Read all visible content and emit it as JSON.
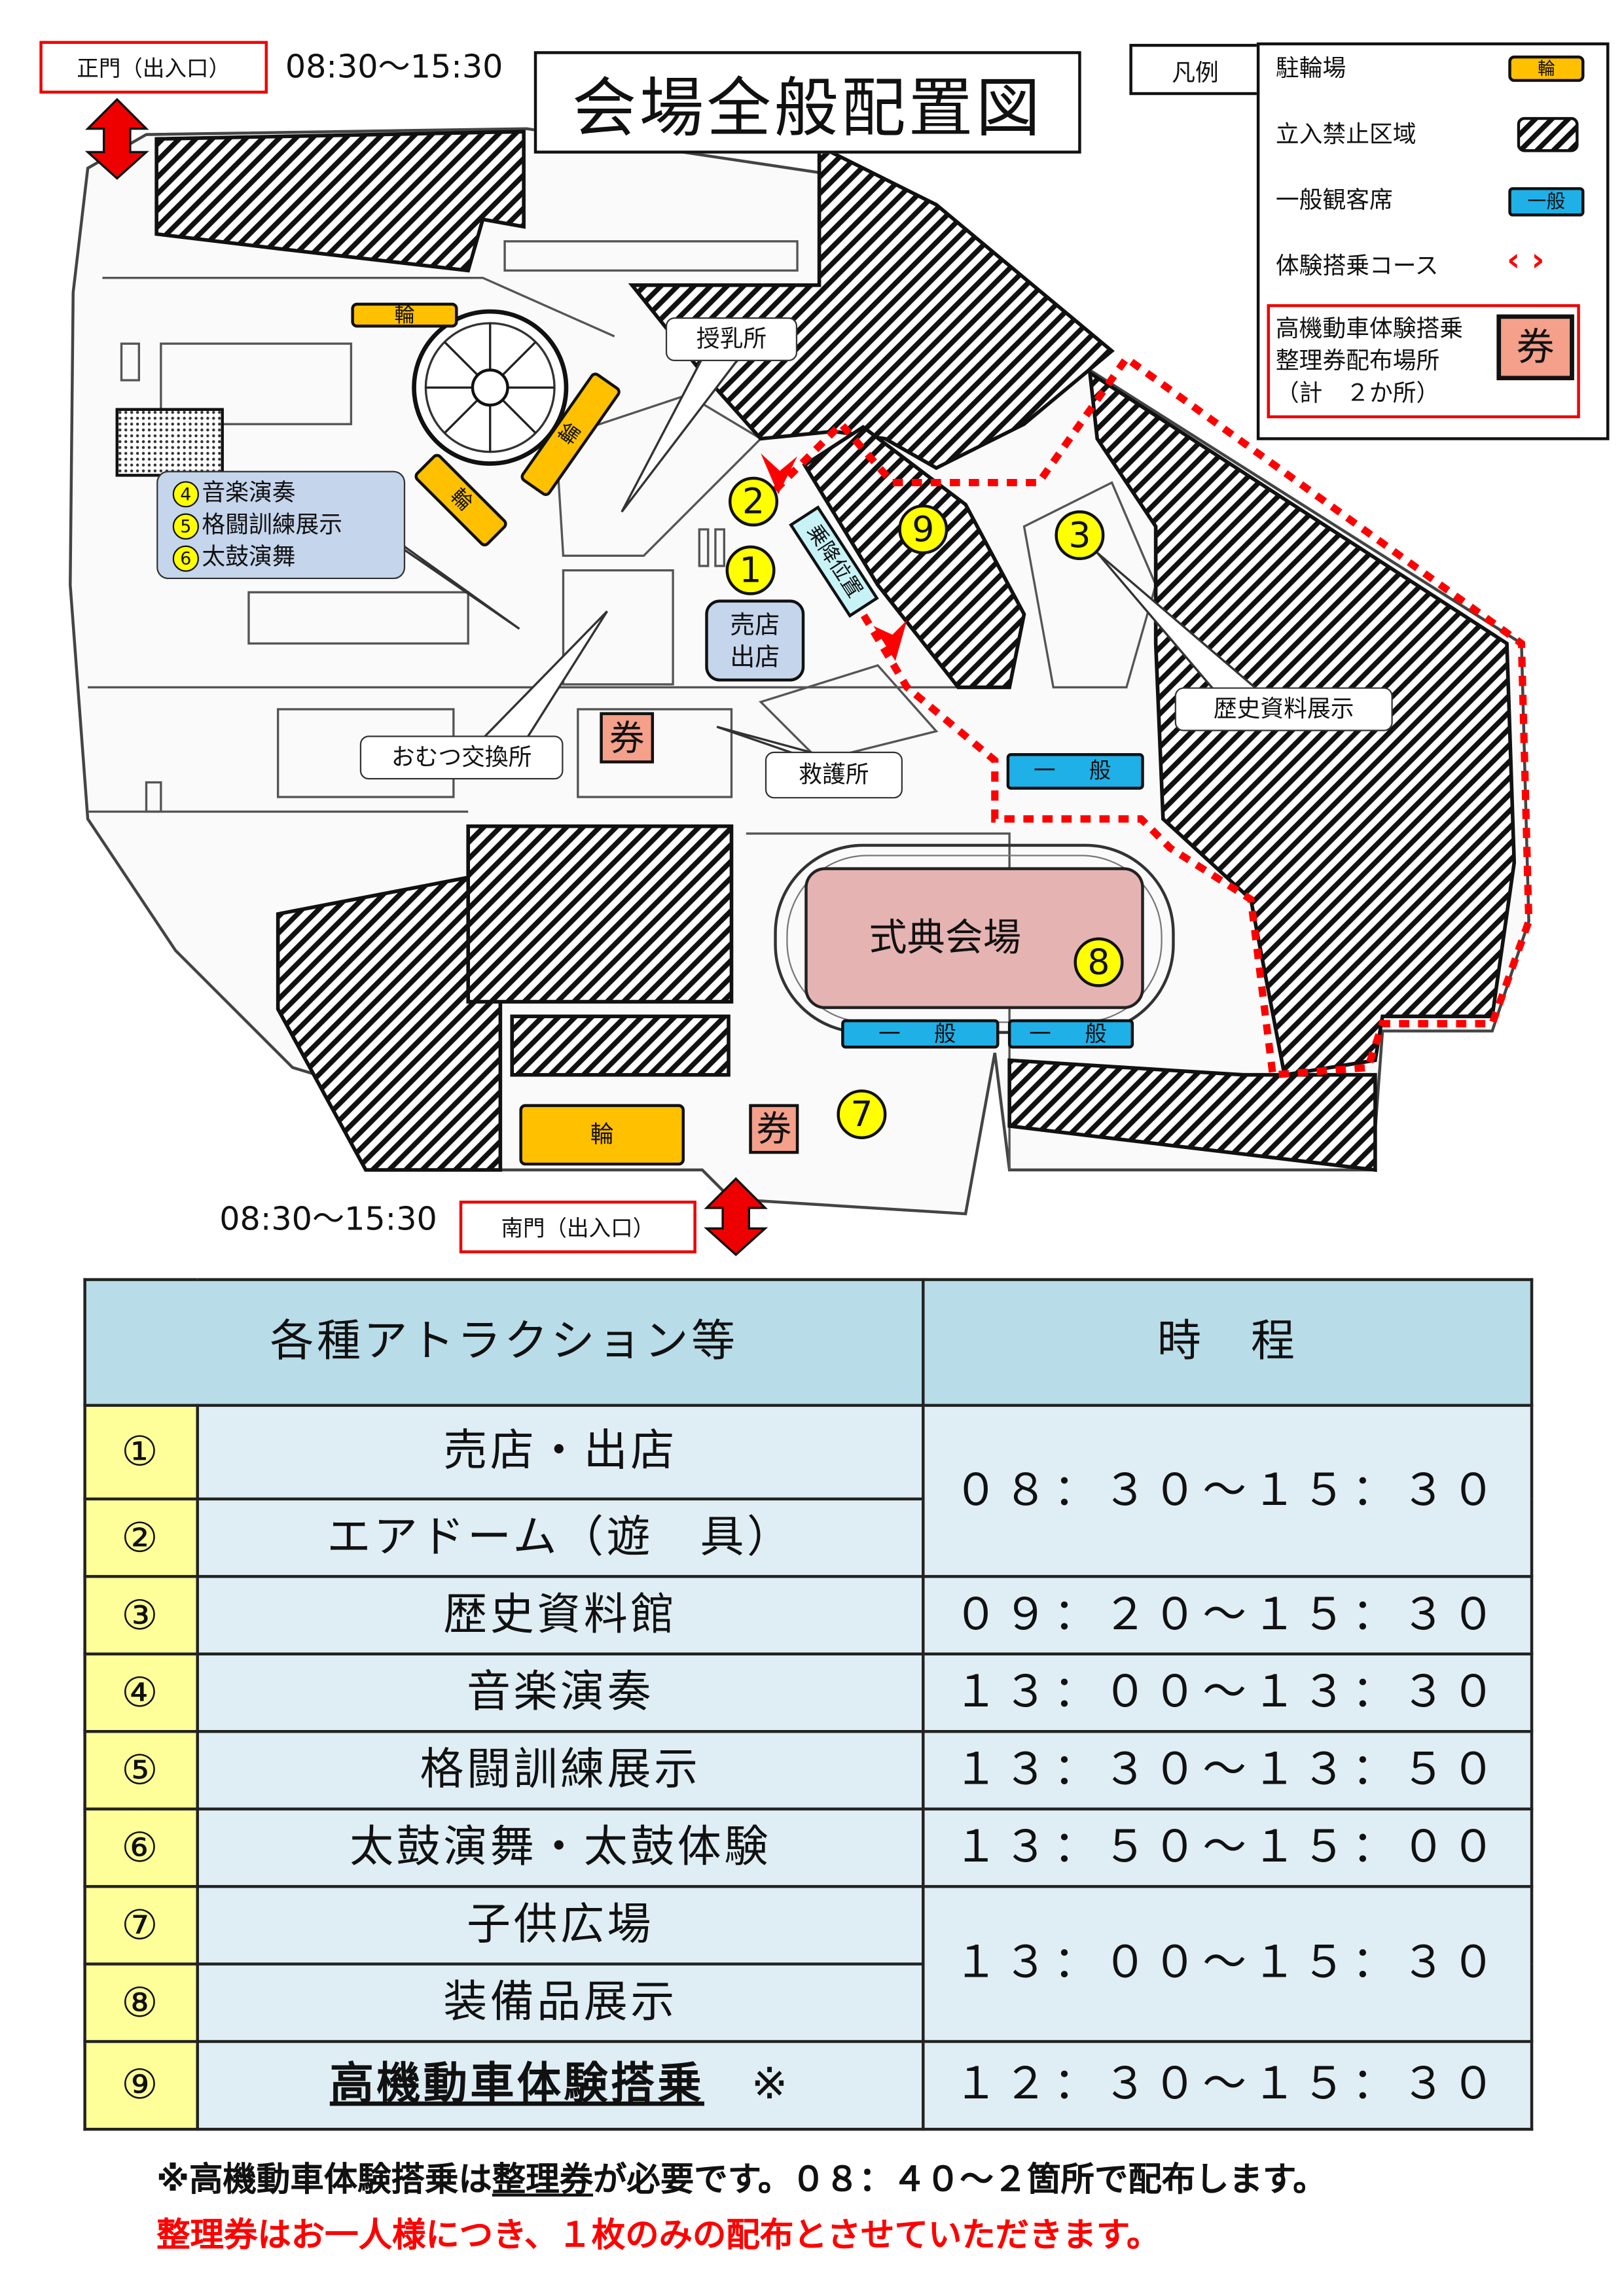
{
  "title": "会場全般配置図",
  "gates": {
    "main_gate": {
      "label": "正門（出入口）",
      "hours": "08:30〜15:30"
    },
    "south_gate": {
      "label": "南門（出入口）",
      "hours": "08:30〜15:30"
    }
  },
  "legend": {
    "heading": "凡例",
    "items": [
      {
        "label": "駐輪場",
        "symbol": "輪"
      },
      {
        "label": "立入禁止区域",
        "symbol": ""
      },
      {
        "label": "一般観客席",
        "symbol": "一般"
      },
      {
        "label": "体験搭乗コース",
        "symbol": "arrows"
      }
    ],
    "ticket": {
      "line1": "高機動車体験搭乗",
      "line2": "整理券配布場所",
      "line3": "（計　２か所）",
      "symbol": "券"
    }
  },
  "map": {
    "parking_symbol": "輪",
    "seat_symbol": "一　般",
    "ticket_symbol": "券",
    "shop_label": [
      "売店",
      "出店"
    ],
    "boarding_label": "乗降位置",
    "ceremony_label": "式典会場",
    "callouts": {
      "nursing": "授乳所",
      "history": "歴史資料展示",
      "diaper": "おむつ交換所",
      "first_aid": "救護所",
      "stage_items": [
        "音楽演奏",
        "格闘訓練展示",
        "太鼓演舞"
      ],
      "stage_numbers": [
        "4",
        "5",
        "6"
      ]
    },
    "markers": [
      "1",
      "2",
      "3",
      "7",
      "8",
      "9"
    ]
  },
  "schedule": {
    "headers": [
      "各種アトラクション等",
      "時　程"
    ],
    "rows": [
      {
        "num": "①",
        "name": "売店・出店"
      },
      {
        "num": "②",
        "name": "エアドーム（遊　具）"
      },
      {
        "num": "③",
        "name": "歴史資料館"
      },
      {
        "num": "④",
        "name": "音楽演奏"
      },
      {
        "num": "⑤",
        "name": "格闘訓練展示"
      },
      {
        "num": "⑥",
        "name": "太鼓演舞・太鼓体験"
      },
      {
        "num": "⑦",
        "name": "子供広場"
      },
      {
        "num": "⑧",
        "name": "装備品展示"
      },
      {
        "num": "⑨",
        "name": "高機動車体験搭乗",
        "mark": "※"
      }
    ],
    "times": [
      "０８：３０～１５：３０",
      "０９：２０～１５：３０",
      "１３：００～１３：３０",
      "１３：３０～１３：５０",
      "１３：５０～１５：００",
      "１３：００～１５：３０",
      "１２：３０～１５：３０"
    ]
  },
  "notes": {
    "line1_a": "※高機動車体験搭乗は",
    "line1_b": "整理券",
    "line1_c": "が必要です。０８：４０～２箇所で配布します。",
    "line2": "整理券はお一人様につき、１枚のみの配布とさせていただきます。"
  },
  "colors": {
    "parking": "#ffc000",
    "seat": "#1fb0e8",
    "ticket": "#f4a08a",
    "route": "#ff0000",
    "marker": "#ffff00",
    "table_header": "#b8dce8",
    "table_cell": "#dfeef4"
  }
}
